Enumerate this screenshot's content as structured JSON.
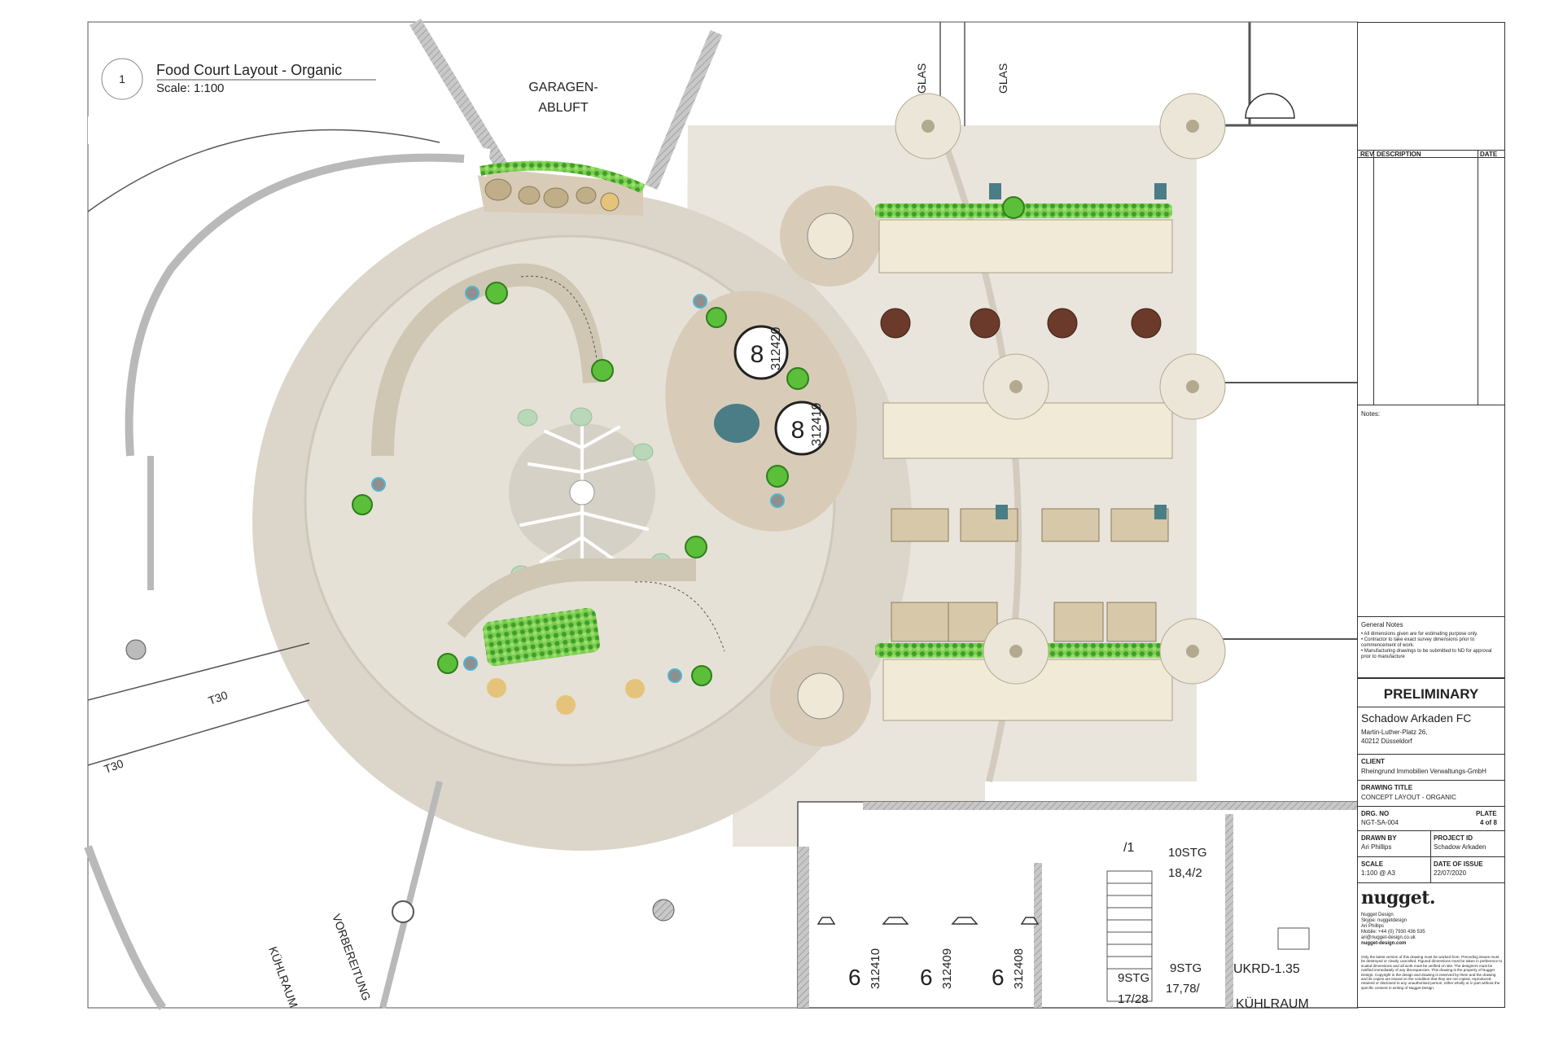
{
  "drawing_header": {
    "number": "1",
    "title": "Food Court Layout - Organic",
    "scale": "Scale: 1:100"
  },
  "plan_labels": {
    "garagen_line1": "GARAGEN-",
    "garagen_line2": "ABLUFT",
    "glas_1": "GLAS",
    "glas_2": "GLAS",
    "t30_1": "T30",
    "t30_2": "T30",
    "kuehlraum_left": "KÜHLRAUM",
    "vorbereitung": "VORBEREITUNG",
    "stair_mark": "/1",
    "stg_10": "10STG",
    "level_18": "18,4/2",
    "stg_9_a": "9STG",
    "level_17": "17/28",
    "stg_9_b": "9STG",
    "level_17b": "17,78/",
    "ukrd": "UKRD-1.35",
    "kuehlraum_bottom": "KÜHLRAUM"
  },
  "seating_labels": [
    {
      "count": "8",
      "code": "312420"
    },
    {
      "count": "8",
      "code": "312419"
    },
    {
      "count": "6",
      "code": "312410"
    },
    {
      "count": "6",
      "code": "312409"
    },
    {
      "count": "6",
      "code": "312408"
    }
  ],
  "title_block": {
    "rev_header": {
      "rev": "REV",
      "description": "DESCRIPTION",
      "date": "DATE"
    },
    "notes_label": "Notes:",
    "general_notes_title": "General Notes",
    "general_notes": [
      "• All dimensions given are for estimating purpose only.",
      "• Contractor to take exact survey dimensions prior to commencement of work.",
      "• Manufacturing drawings to be submitted to ND for approval prior to manufacture"
    ],
    "status": "PRELIMINARY",
    "project_name": "Schadow Arkaden FC",
    "address_line1": "Martin-Luther-Platz 26,",
    "address_line2": "40212 Düsseldorf",
    "client_label": "CLIENT",
    "client_value": "Rheingrund Immobilien Verwaltungs-GmbH",
    "drawing_title_label": "DRAWING TITLE",
    "drawing_title_value": "CONCEPT LAYOUT - ORGANIC",
    "drg_no_label": "DRG. NO",
    "drg_no_value": "NGT-SA-004",
    "plate_label": "PLATE",
    "plate_value": "4 of 8",
    "drawn_by_label": "DRAWN BY",
    "drawn_by_value": "Ari Phillips",
    "project_id_label": "PROJECT ID",
    "project_id_value": "Schadow Arkaden",
    "scale_label": "SCALE",
    "scale_value": "1:100 @ A3",
    "date_issue_label": "DATE OF ISSUE",
    "date_issue_value": "22/07/2020",
    "brand": "nugget.",
    "company_lines": [
      "Nugget Design",
      "Skype: nuggetdesign",
      "Ari Phillips",
      "Mobile: +44 (0) 7930 436 535",
      "ari@nugget-design.co.uk",
      "nugget-design.com"
    ],
    "disclaimer": "Only the latest version of this drawing must be worked from. Preceding issues must be destroyed or clearly cancelled. Figured dimensions must be taken in preference to scaled dimensions and all work must be verified on site. The designers must be notified immediately of any discrepancies. This drawing is the property of Nugget Design. Copyright in the design and drawing is reserved by them and the drawing and its copies are issued on the condition that they are not copied, reproduced, retained or disclosed to any unauthorised person, either wholly or in part without the specific consent in writing of Nugget Design."
  },
  "colors": {
    "floor_light": "#e9e5dc",
    "floor_mid": "#dcd6ca",
    "wall": "#b9b9b9",
    "plant": "#5bbf3a",
    "table_brown": "#6b3a2a",
    "teal": "#4a7d86",
    "sage": "#b9d8b9",
    "chair_tan": "#e6c37a"
  }
}
